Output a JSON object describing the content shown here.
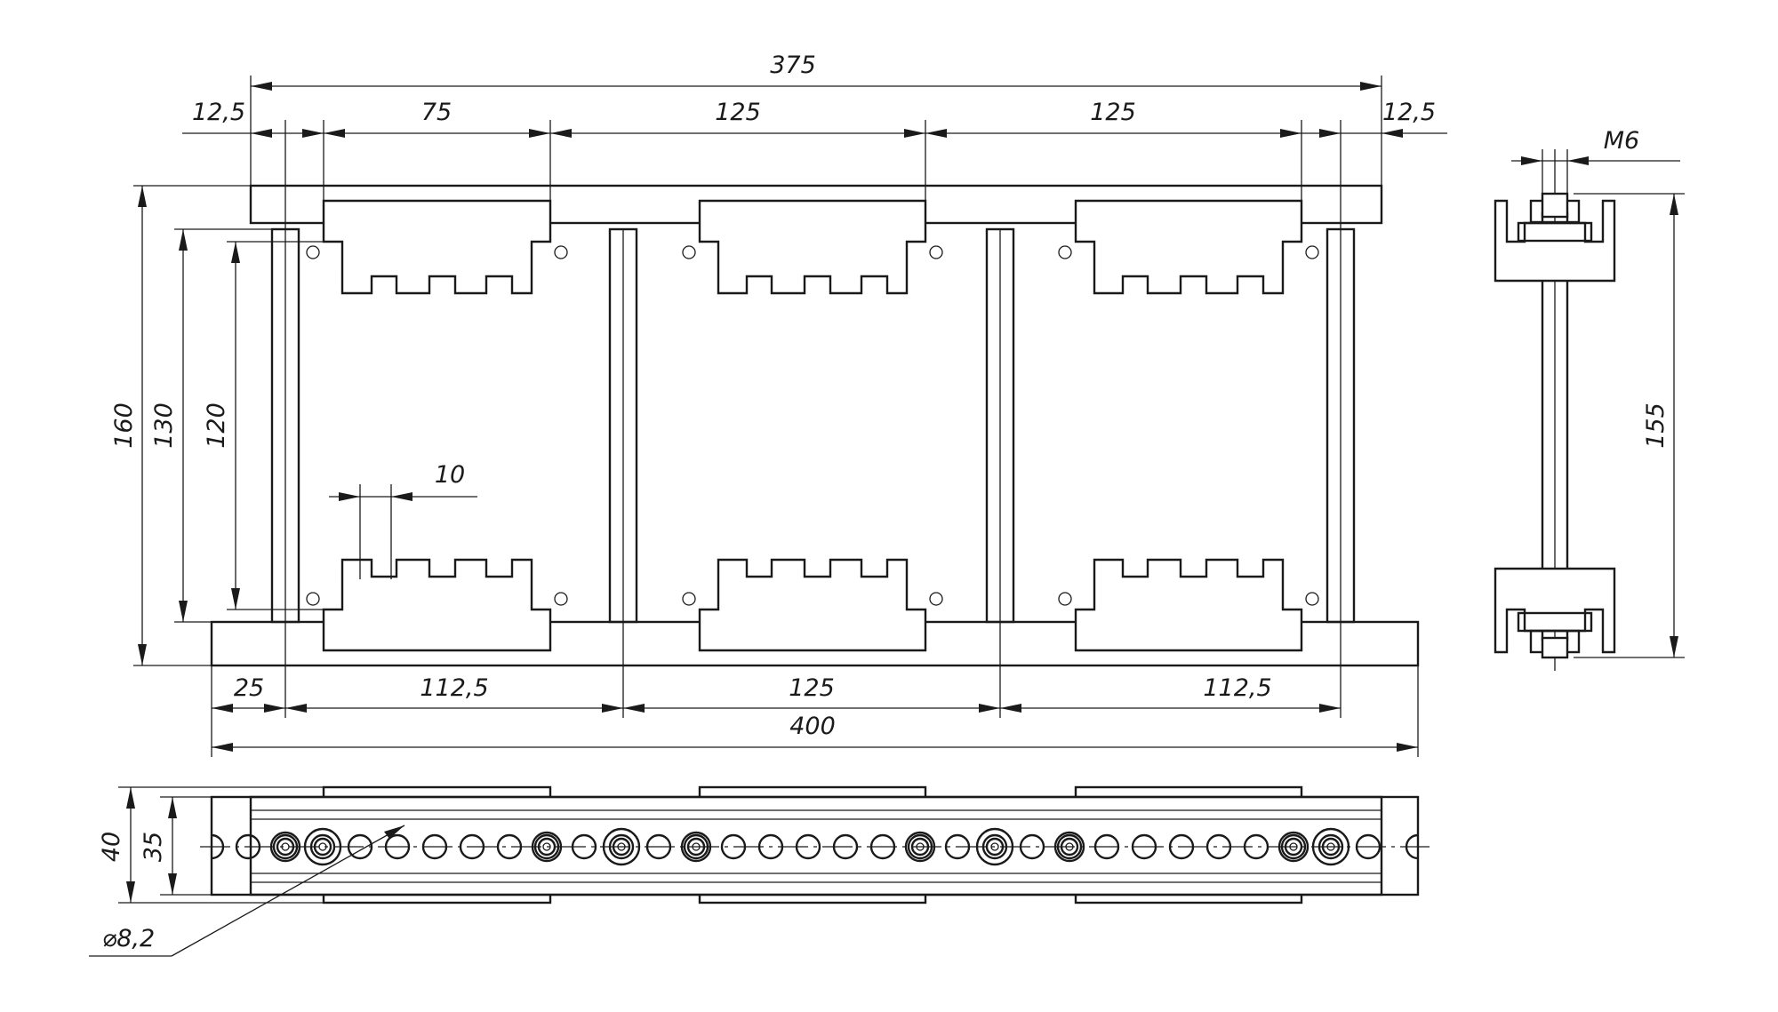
{
  "drawing": {
    "front_view": {
      "dimensions": {
        "overall_top": "375",
        "top_left_margin": "12,5",
        "top_first_span": "75",
        "top_middle_span": "125",
        "top_right_span": "125",
        "top_right_margin": "12,5",
        "height_overall": "160",
        "height_inner": "130",
        "height_slots": "120",
        "slot_pitch": "10",
        "bottom_left_offset": "25",
        "bottom_left_span": "112,5",
        "bottom_middle_span": "125",
        "bottom_right_span": "112,5",
        "overall_bottom": "400"
      }
    },
    "side_view": {
      "dimensions": {
        "thread": "M6",
        "height": "155"
      }
    },
    "top_view": {
      "dimensions": {
        "height_outer": "40",
        "height_inner": "35",
        "hole_diameter": "⌀8,2"
      },
      "hole_count": 31
    }
  }
}
